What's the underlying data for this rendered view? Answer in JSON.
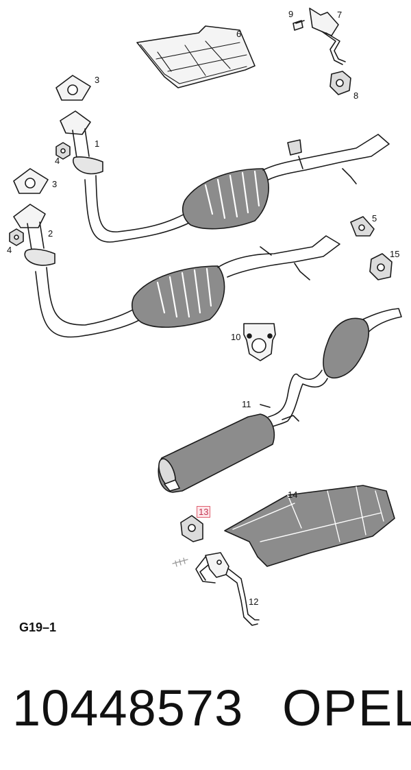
{
  "callouts": [
    {
      "id": "1",
      "text": "1",
      "highlight": false
    },
    {
      "id": "2",
      "text": "2",
      "highlight": false
    },
    {
      "id": "3a",
      "text": "3",
      "highlight": false
    },
    {
      "id": "3b",
      "text": "3",
      "highlight": false
    },
    {
      "id": "4a",
      "text": "4",
      "highlight": false
    },
    {
      "id": "4b",
      "text": "4",
      "highlight": false
    },
    {
      "id": "5",
      "text": "5",
      "highlight": false
    },
    {
      "id": "6",
      "text": "6",
      "highlight": false
    },
    {
      "id": "7",
      "text": "7",
      "highlight": false
    },
    {
      "id": "8",
      "text": "8",
      "highlight": false
    },
    {
      "id": "9",
      "text": "9",
      "highlight": false
    },
    {
      "id": "10",
      "text": "10",
      "highlight": false
    },
    {
      "id": "11",
      "text": "11",
      "highlight": false
    },
    {
      "id": "12",
      "text": "12",
      "highlight": false
    },
    {
      "id": "13",
      "text": "13",
      "highlight": true
    },
    {
      "id": "14",
      "text": "14",
      "highlight": false
    },
    {
      "id": "15",
      "text": "15",
      "highlight": false
    }
  ],
  "group_code": "G19–1",
  "part_number": "10448573",
  "brand": "OPEL",
  "colors": {
    "line": "#1a1a1a",
    "shade": "#8c8c8c",
    "highlight": "#e06070"
  }
}
